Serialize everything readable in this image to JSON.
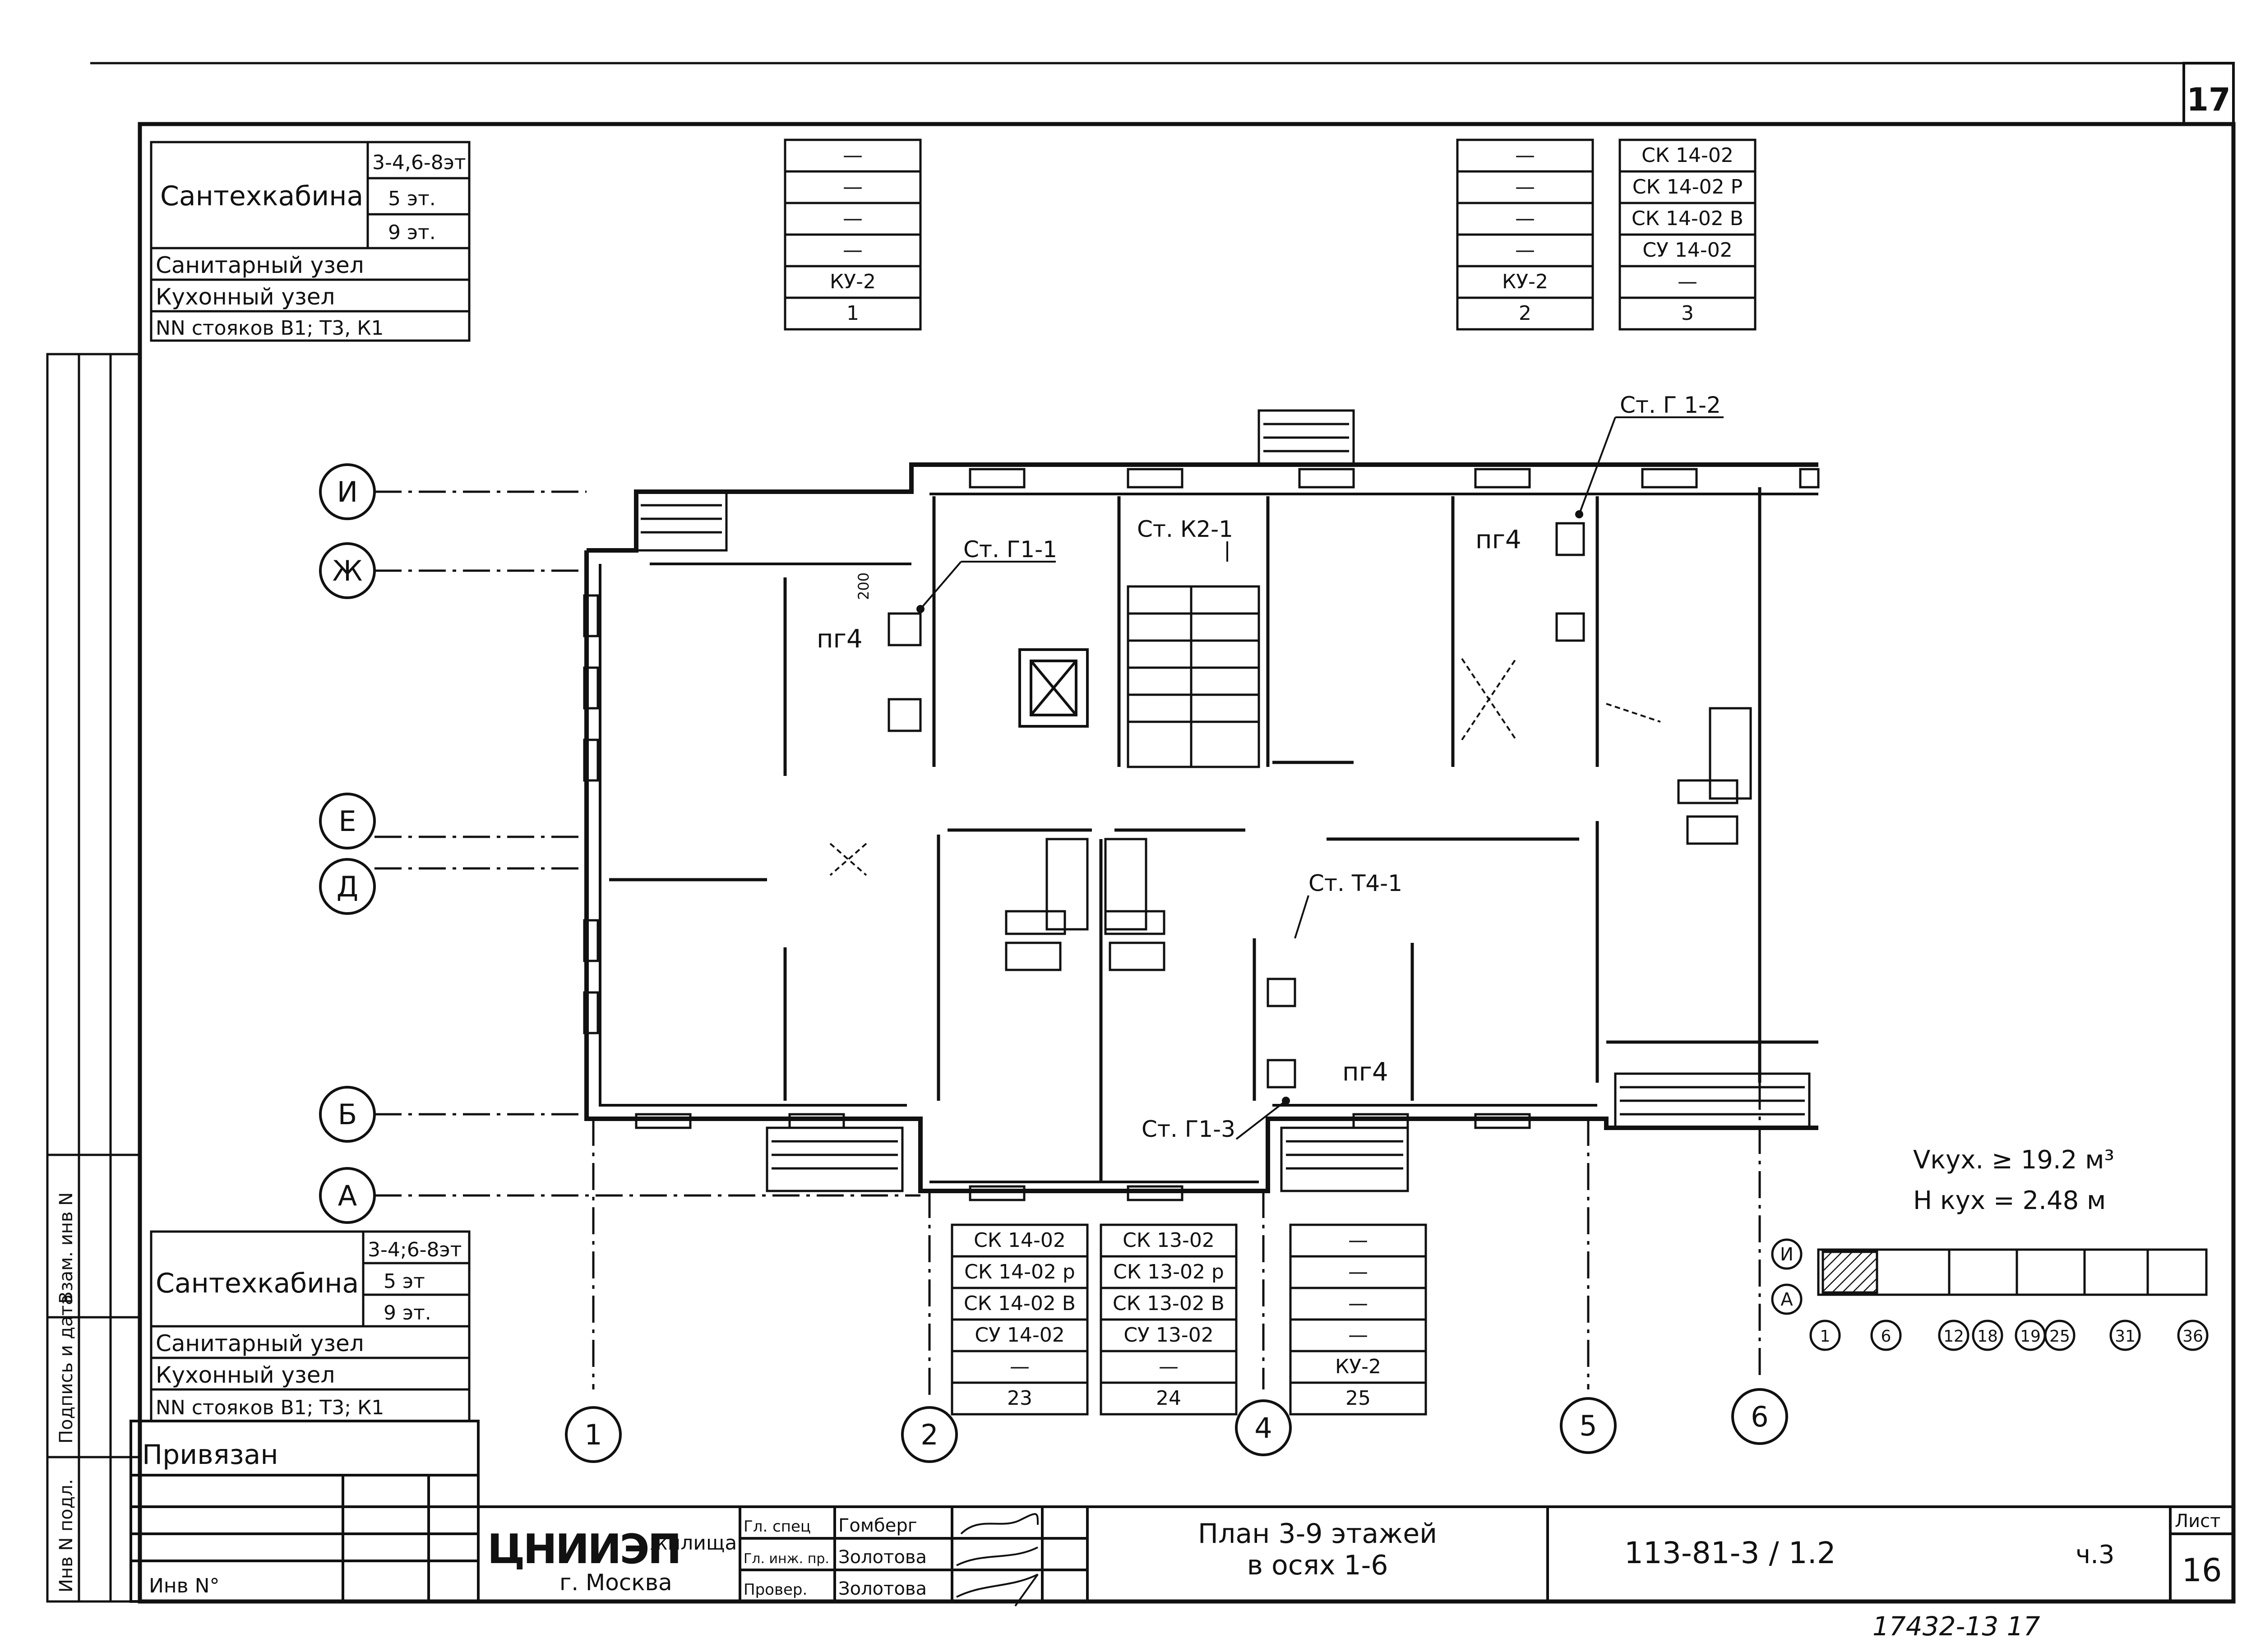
{
  "sheet": {
    "corner_number": "17",
    "list_label": "Лист",
    "list_number": "16",
    "bottom_note": "17432-13 17"
  },
  "table_top_left": {
    "title": "Сантехкабина",
    "floors": [
      "3-4,6-8эт",
      "5 эт.",
      "9 эт."
    ],
    "rows": [
      "Санитарный узел",
      "Кухонный узел",
      "NN стояков В1; Т3, К1"
    ]
  },
  "table_bottom_left": {
    "title": "Сантехкабина",
    "floors": [
      "3-4;6-8эт",
      "5 эт",
      "9 эт."
    ],
    "rows": [
      "Санитарный узел",
      "Кухонный узел",
      "NN стояков В1; Т3; К1"
    ]
  },
  "riser_tables": [
    {
      "cells": [
        "—",
        "—",
        "—",
        "—",
        "КУ-2",
        "1"
      ]
    },
    {
      "cells": [
        "—",
        "—",
        "—",
        "—",
        "КУ-2",
        "2"
      ]
    },
    {
      "cells": [
        "СК 14-02",
        "СК 14-02 Р",
        "СК 14-02 В",
        "СУ 14-02",
        "—",
        "3"
      ]
    },
    {
      "cells": [
        "СК 14-02",
        "СК 14-02 р",
        "СК 14-02 В",
        "СУ 14-02",
        "—",
        "23"
      ]
    },
    {
      "cells": [
        "СК 13-02",
        "СК 13-02 р",
        "СК 13-02 В",
        "СУ 13-02",
        "—",
        "24"
      ]
    },
    {
      "cells": [
        "—",
        "—",
        "—",
        "—",
        "КУ-2",
        "25"
      ]
    }
  ],
  "axes": {
    "letters": [
      "И",
      "Ж",
      "Е",
      "Д",
      "Б",
      "А"
    ],
    "numbers": [
      "1",
      "2",
      "4",
      "5",
      "6"
    ]
  },
  "plan_labels": {
    "risers": [
      "Ст. Г1-1",
      "Ст. К2-1",
      "Ст. Г 1-2",
      "Ст. Т4-1",
      "Ст. Г1-3"
    ],
    "gas_stoves": [
      "пг4",
      "пг4",
      "пг4"
    ],
    "dimension": "200"
  },
  "volume_note": {
    "line1": "Vкух. ≥ 19.2 м³",
    "line2": "Н кух = 2.48 м"
  },
  "key_plan": {
    "rows": [
      "И",
      "А"
    ],
    "numbers": [
      "1",
      "6",
      "12",
      "18",
      "19",
      "25",
      "31",
      "36"
    ]
  },
  "left_strip": {
    "labels": [
      "Инв N подл.",
      "Подпись и дата",
      "Взам. инв N"
    ]
  },
  "title_block": {
    "privyazan": "Привязан",
    "inv": "Инв N°",
    "org_logo": "ЦНИИЭП",
    "org_suffix": "жилища",
    "city": "г. Москва",
    "roles": [
      "Гл. спец",
      "Гл. инж. пр.",
      "Провер."
    ],
    "names": [
      "Гомберг",
      "Золотова",
      "Золотова"
    ],
    "sheet_title_1": "План 3-9 этажей",
    "sheet_title_2": "в осях 1-6",
    "code": "113-81-3 / 1.2",
    "part": "ч.3"
  }
}
